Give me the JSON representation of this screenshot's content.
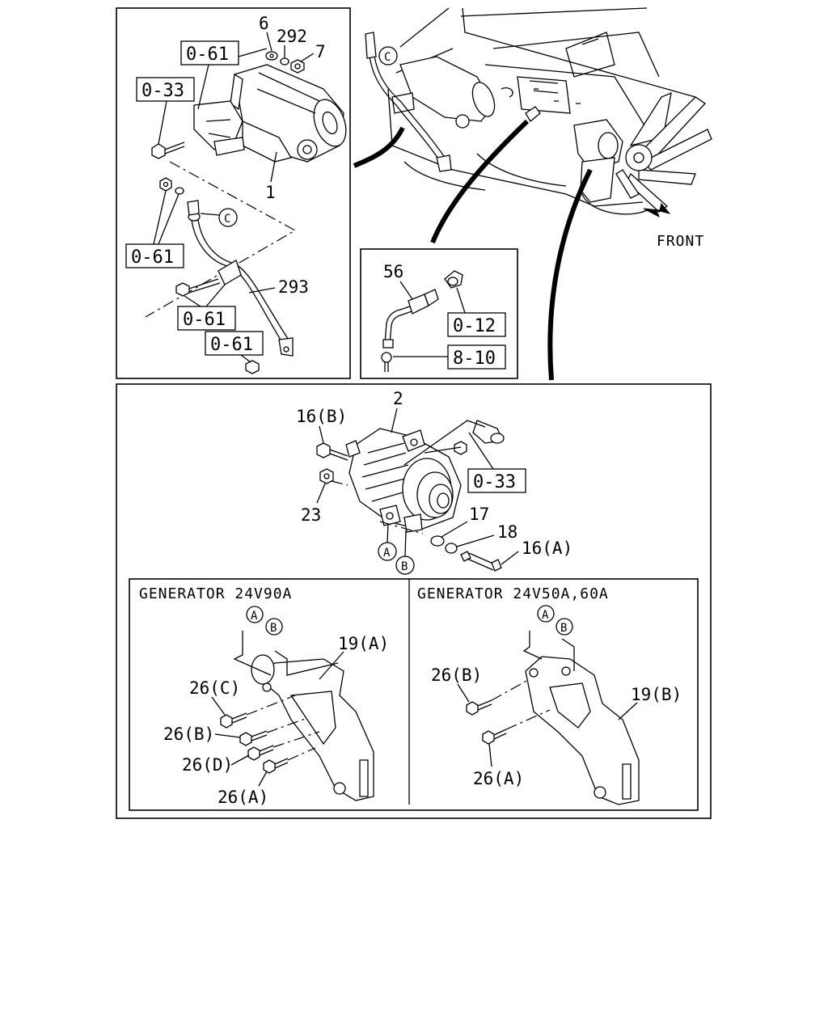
{
  "panels": {
    "starter": {
      "labels": {
        "p6": "6",
        "p292": "292",
        "p7": "7",
        "p1": "1",
        "p293": "293"
      },
      "refs": {
        "r1": "0-61",
        "r2": "0-33",
        "r3": "0-61",
        "r4": "0-61",
        "r5": "0-61"
      },
      "circle_c": "C"
    },
    "engine": {
      "circle_c": "C",
      "front_label": "FRONT"
    },
    "sensor": {
      "labels": {
        "p56": "56"
      },
      "refs": {
        "r1": "0-12",
        "r2": "8-10"
      }
    },
    "generator": {
      "labels": {
        "p2": "2",
        "p16b": "16(B)",
        "p23": "23",
        "p17": "17",
        "p18": "18",
        "p16a": "16(A)"
      },
      "refs": {
        "r1": "0-33"
      },
      "circle_a": "A",
      "circle_b": "B"
    },
    "gen90": {
      "caption": "GENERATOR 24V90A",
      "labels": {
        "p19a": "19(A)",
        "p26c": "26(C)",
        "p26b": "26(B)",
        "p26d": "26(D)",
        "p26a": "26(A)"
      },
      "circle_a": "A",
      "circle_b": "B"
    },
    "gen50": {
      "caption": "GENERATOR 24V50A,60A",
      "labels": {
        "p26b": "26(B)",
        "p19b": "19(B)",
        "p26a": "26(A)"
      },
      "circle_a": "A",
      "circle_b": "B"
    }
  }
}
